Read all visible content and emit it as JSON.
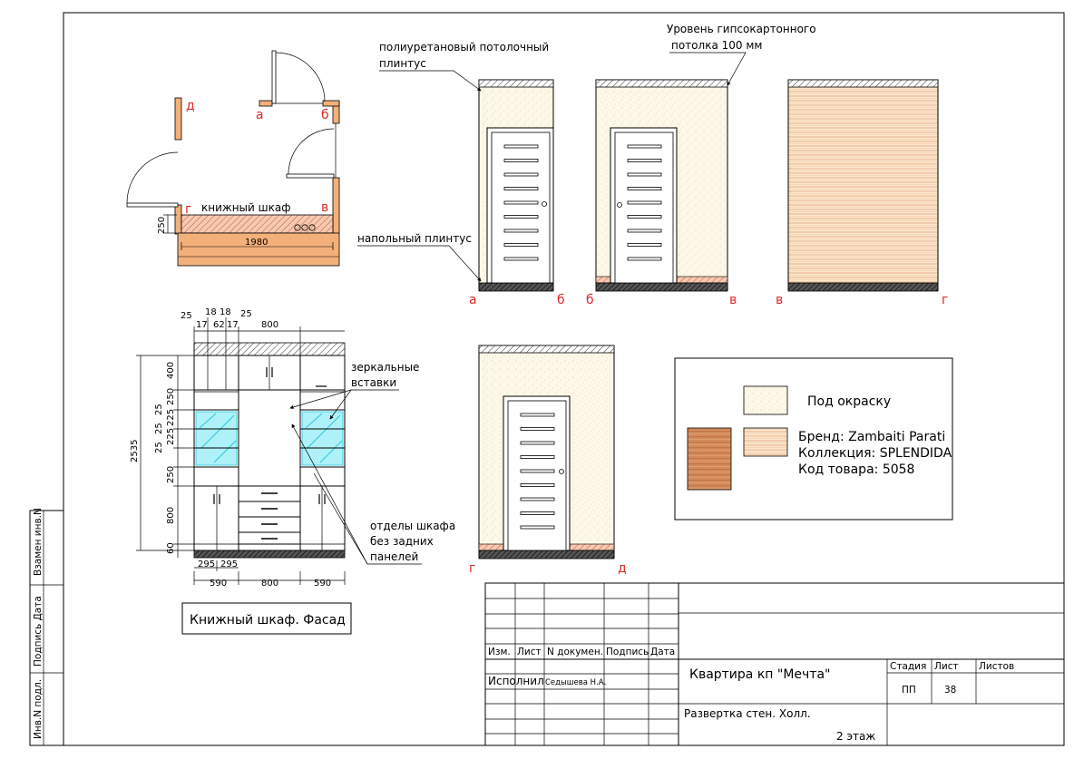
{
  "annotations": {
    "ceiling_plinth_1": "полиуретановый потолочный",
    "ceiling_plinth_2": "плинтус",
    "drywall_1": "Уровень гипсокартонного",
    "drywall_2": "потолка 100 мм",
    "floor_plinth": "напольный плинтус",
    "mirror_1": "зеркальные",
    "mirror_2": "вставки",
    "sections_1": "отделы шкафа",
    "sections_2": "без задних",
    "sections_3": "панелей"
  },
  "plan": {
    "wardrobe_label": "книжный шкаф",
    "dim_depth": "250",
    "dim_width": "1980",
    "mark_a": "а",
    "mark_b": "б",
    "mark_v": "в",
    "mark_g": "г",
    "mark_d": "д"
  },
  "walls": {
    "w1_left": "а",
    "w1_right": "б",
    "w2_left": "б",
    "w2_right": "в",
    "w3_left": "в",
    "w3_right": "г",
    "w4_left": "г",
    "w4_right": "д"
  },
  "facade": {
    "title": "Книжный шкаф. Фасад",
    "top_dims": [
      "25",
      "18",
      "18",
      "25",
      "17",
      "17",
      "62",
      "800"
    ],
    "left_dims": [
      "400",
      "250",
      "25",
      "225",
      "25",
      "225",
      "25",
      "250",
      "800",
      "60"
    ],
    "total_height": "2535",
    "bottom_small": [
      "295",
      "295"
    ],
    "bottom_dims": [
      "590",
      "800",
      "590"
    ]
  },
  "legend": {
    "paint": "Под окраску",
    "brand": "Бренд: Zambaiti Parati",
    "collection": "Коллекция: SPLENDIDA",
    "code": "Код товара: 5058"
  },
  "title_block": {
    "col_izm": "Изм.",
    "col_list": "Лист",
    "col_doc": "N докумен.",
    "col_sign": "Подпись",
    "col_date": "Дата",
    "role": "Исполнил",
    "author": "Седышева Н.А.",
    "project": "Квартира кп \"Мечта\"",
    "stage_h": "Стадия",
    "sheet_h": "Лист",
    "sheets_h": "Листов",
    "stage": "ПП",
    "sheet": "38",
    "sheet_title": "Развертка стен. Холл.",
    "floor": "2 этаж"
  },
  "side_stamp": {
    "c1": "Взамен инв.N",
    "c2": "Подпись Дата",
    "c3": "Инв.N подл."
  },
  "colors": {
    "wall_orange": "#f4b07a",
    "plaster": "#fbf6e4",
    "wallpaper": "#f3c79a",
    "glass": "#38d7e8",
    "red_mark": "#e0262a"
  }
}
